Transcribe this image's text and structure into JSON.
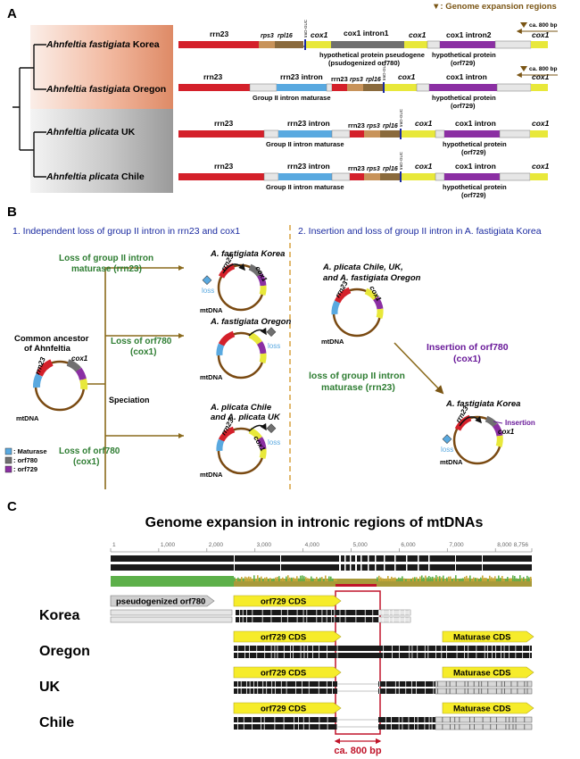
{
  "panelA": {
    "label": "A",
    "legend": "▼: Genome expansion regions",
    "scale_label": "ca. 800 bp",
    "rows": [
      {
        "species": "Ahnfeltia fastigiata",
        "pop": " Korea",
        "rrn23": "rrn23",
        "rps3": "rps3",
        "rpl16": "rpl16",
        "cox1a": "cox1",
        "intron1": "cox1 intron1",
        "cox1b": "cox1",
        "intron2": "cox1 intron2",
        "cox1c": "cox1",
        "note1": "hypothetical protein pseudogene",
        "note1b": "(psudogenized orf780)",
        "note2": "hypothetical protein",
        "note2b": "(orf729)"
      },
      {
        "species": "Ahnfeltia fastigiata",
        "pop": " Oregon",
        "rrn23": "rrn23",
        "intron": "rrn23 intron",
        "rrn23b": "rrn23",
        "rps3": "rps3",
        "rpl16": "rpl16",
        "cox1a": "cox1",
        "cox1intron": "cox1 intron",
        "cox1c": "cox1",
        "note1": "Group II  intron maturase",
        "note2": "hypothetical protein",
        "note2b": "(orf729)"
      },
      {
        "species": "Ahnfeltia plicata",
        "pop": " UK",
        "rrn23": "rrn23",
        "intron": "rrn23 intron",
        "rrn23b": "rrn23",
        "rps3": "rps3",
        "rpl16": "rpl16",
        "cox1a": "cox1",
        "cox1intron": "cox1 intron",
        "cox1c": "cox1",
        "note1": "Group II intron maturase",
        "note2": "hypothetical protein",
        "note2b": "(orf729)"
      },
      {
        "species": "Ahnfeltia plicata",
        "pop": " Chile",
        "rrn23": "rrn23",
        "intron": "rrn23 intron",
        "rrn23b": "rrn23",
        "rps3": "rps3",
        "rpl16": "rpl16",
        "cox1a": "cox1",
        "cox1intron": "cox1 intron",
        "cox1c": "cox1",
        "note1": "Group II intron maturase",
        "note2": "hypothetical protein",
        "note2b": "(orf729)"
      }
    ],
    "trnD": "trnD-GUC"
  },
  "panelB": {
    "label": "B",
    "title1": "1. Independent loss of group II intron in rrn23 and cox1",
    "title2": "2. Insertion and loss of group II intron in A. fastigiata Korea",
    "ancestor1": "Common ancestor",
    "ancestor2": "of Ahnfeltia",
    "speciation": "Speciation",
    "mtdna": "mtDNA",
    "rrn23": "rrn23",
    "cox1": "cox1",
    "loss": "loss",
    "branch_top_1": "Loss of group II intron",
    "branch_top_2": "maturase (rrn23)",
    "branch_mid_1": "Loss of orf780",
    "branch_mid_2": "(cox1)",
    "branch_bot_1": "Loss of orf780",
    "branch_bot_2": "(cox1)",
    "res_korea": "A. fastigiata Korea",
    "res_oregon": "A. fastigiata Oregon",
    "res_plicata1": "A. plicata Chile",
    "res_plicata2": "and A. plicata UK",
    "legend": [
      ": Maturase",
      ": orf780",
      ": orf729"
    ],
    "right_group1": "A. plicata Chile, UK,",
    "right_group2": "and A. fastigiata Oregon",
    "insertion1": "Insertion of orf780",
    "insertion2": "(cox1)",
    "loss_mat1": "loss of group II intron",
    "loss_mat2": "maturase (rrn23)",
    "right_korea": "A. fastigiata Korea",
    "insertion_label": "Insertion"
  },
  "panelC": {
    "label": "C",
    "title": "Genome expansion in intronic regions of mtDNAs",
    "ticks": [
      "1",
      "1,000",
      "2,000",
      "3,000",
      "4,000",
      "5,000",
      "6,000",
      "7,000",
      "8,000",
      "8,756"
    ],
    "pseudo": "pseudogenized orf780",
    "orf729": "orf729 CDS",
    "maturase": "Maturase CDS",
    "rows": [
      "Korea",
      "Oregon",
      "UK",
      "Chile"
    ],
    "bracket": "ca. 800 bp"
  },
  "colors": {
    "rrn23": "#d4202a",
    "intron": "#59a9e0",
    "rps3": "#c8935a",
    "rpl16": "#8a6a3c",
    "cox1": "#e8e83a",
    "orf729": "#8b2fa3",
    "orf780": "#707070",
    "brown": "#7a5514",
    "green": "#2e7d32",
    "purple": "#6a1b9a",
    "blue": "#1a2aa0",
    "red": "#c0142a",
    "yellowArrow": "#f6ec2a"
  }
}
